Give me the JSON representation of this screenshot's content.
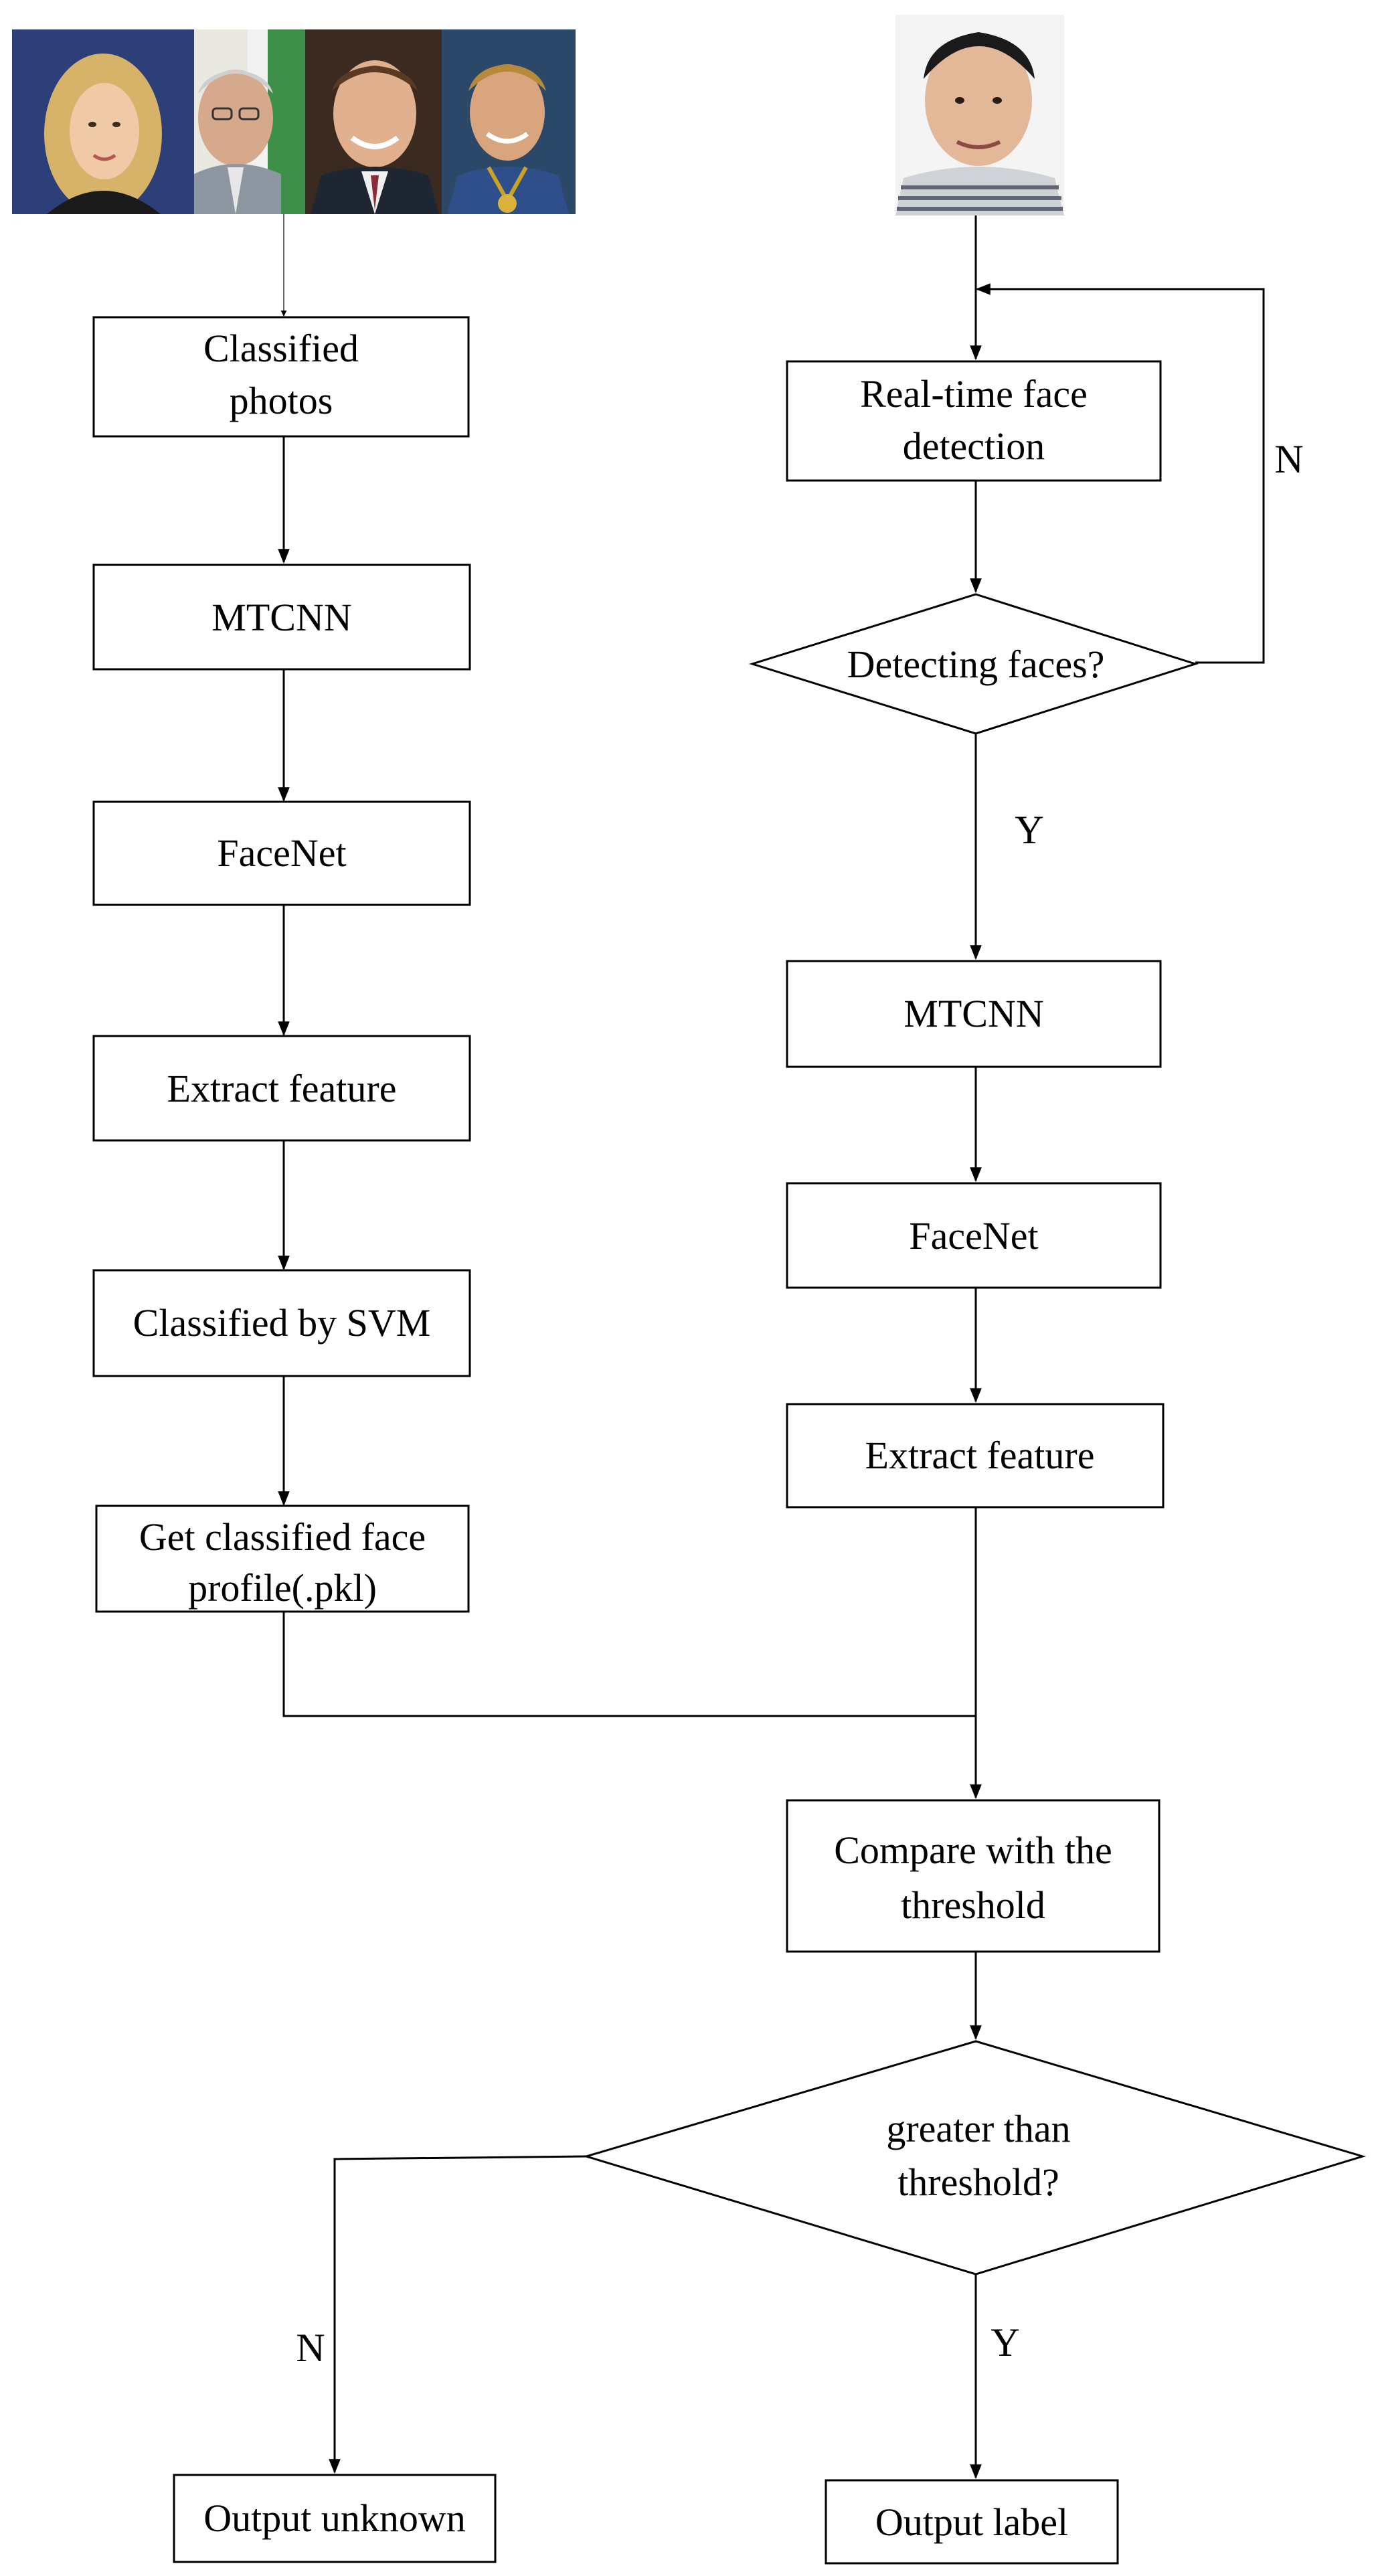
{
  "nodes": {
    "classified_photos": {
      "lines": [
        "Classified",
        "photos"
      ]
    },
    "mtcnn_left": {
      "lines": [
        "MTCNN"
      ]
    },
    "facenet_left": {
      "lines": [
        "FaceNet"
      ]
    },
    "extract_left": {
      "lines": [
        "Extract feature"
      ]
    },
    "svm": {
      "lines": [
        "Classified by SVM"
      ]
    },
    "profile": {
      "lines": [
        "Get classified face",
        "profile(.pkl)"
      ]
    },
    "realtime": {
      "lines": [
        "Real-time face",
        "detection"
      ]
    },
    "detecting": {
      "lines": [
        "Detecting faces?"
      ]
    },
    "mtcnn_right": {
      "lines": [
        "MTCNN"
      ]
    },
    "facenet_right": {
      "lines": [
        "FaceNet"
      ]
    },
    "extract_right": {
      "lines": [
        "Extract feature"
      ]
    },
    "compare": {
      "lines": [
        "Compare with the",
        "threshold"
      ]
    },
    "greater": {
      "lines": [
        "greater than",
        "threshold?"
      ]
    },
    "unknown": {
      "lines": [
        "Output unknown"
      ]
    },
    "out_label": {
      "lines": [
        "Output label"
      ]
    }
  },
  "edge_labels": {
    "detect_no": "N",
    "detect_yes": "Y",
    "greater_no": "N",
    "greater_yes": "Y"
  },
  "images": {
    "dataset_faces": {
      "count": 4
    },
    "user_photo": {
      "count": 1
    }
  }
}
